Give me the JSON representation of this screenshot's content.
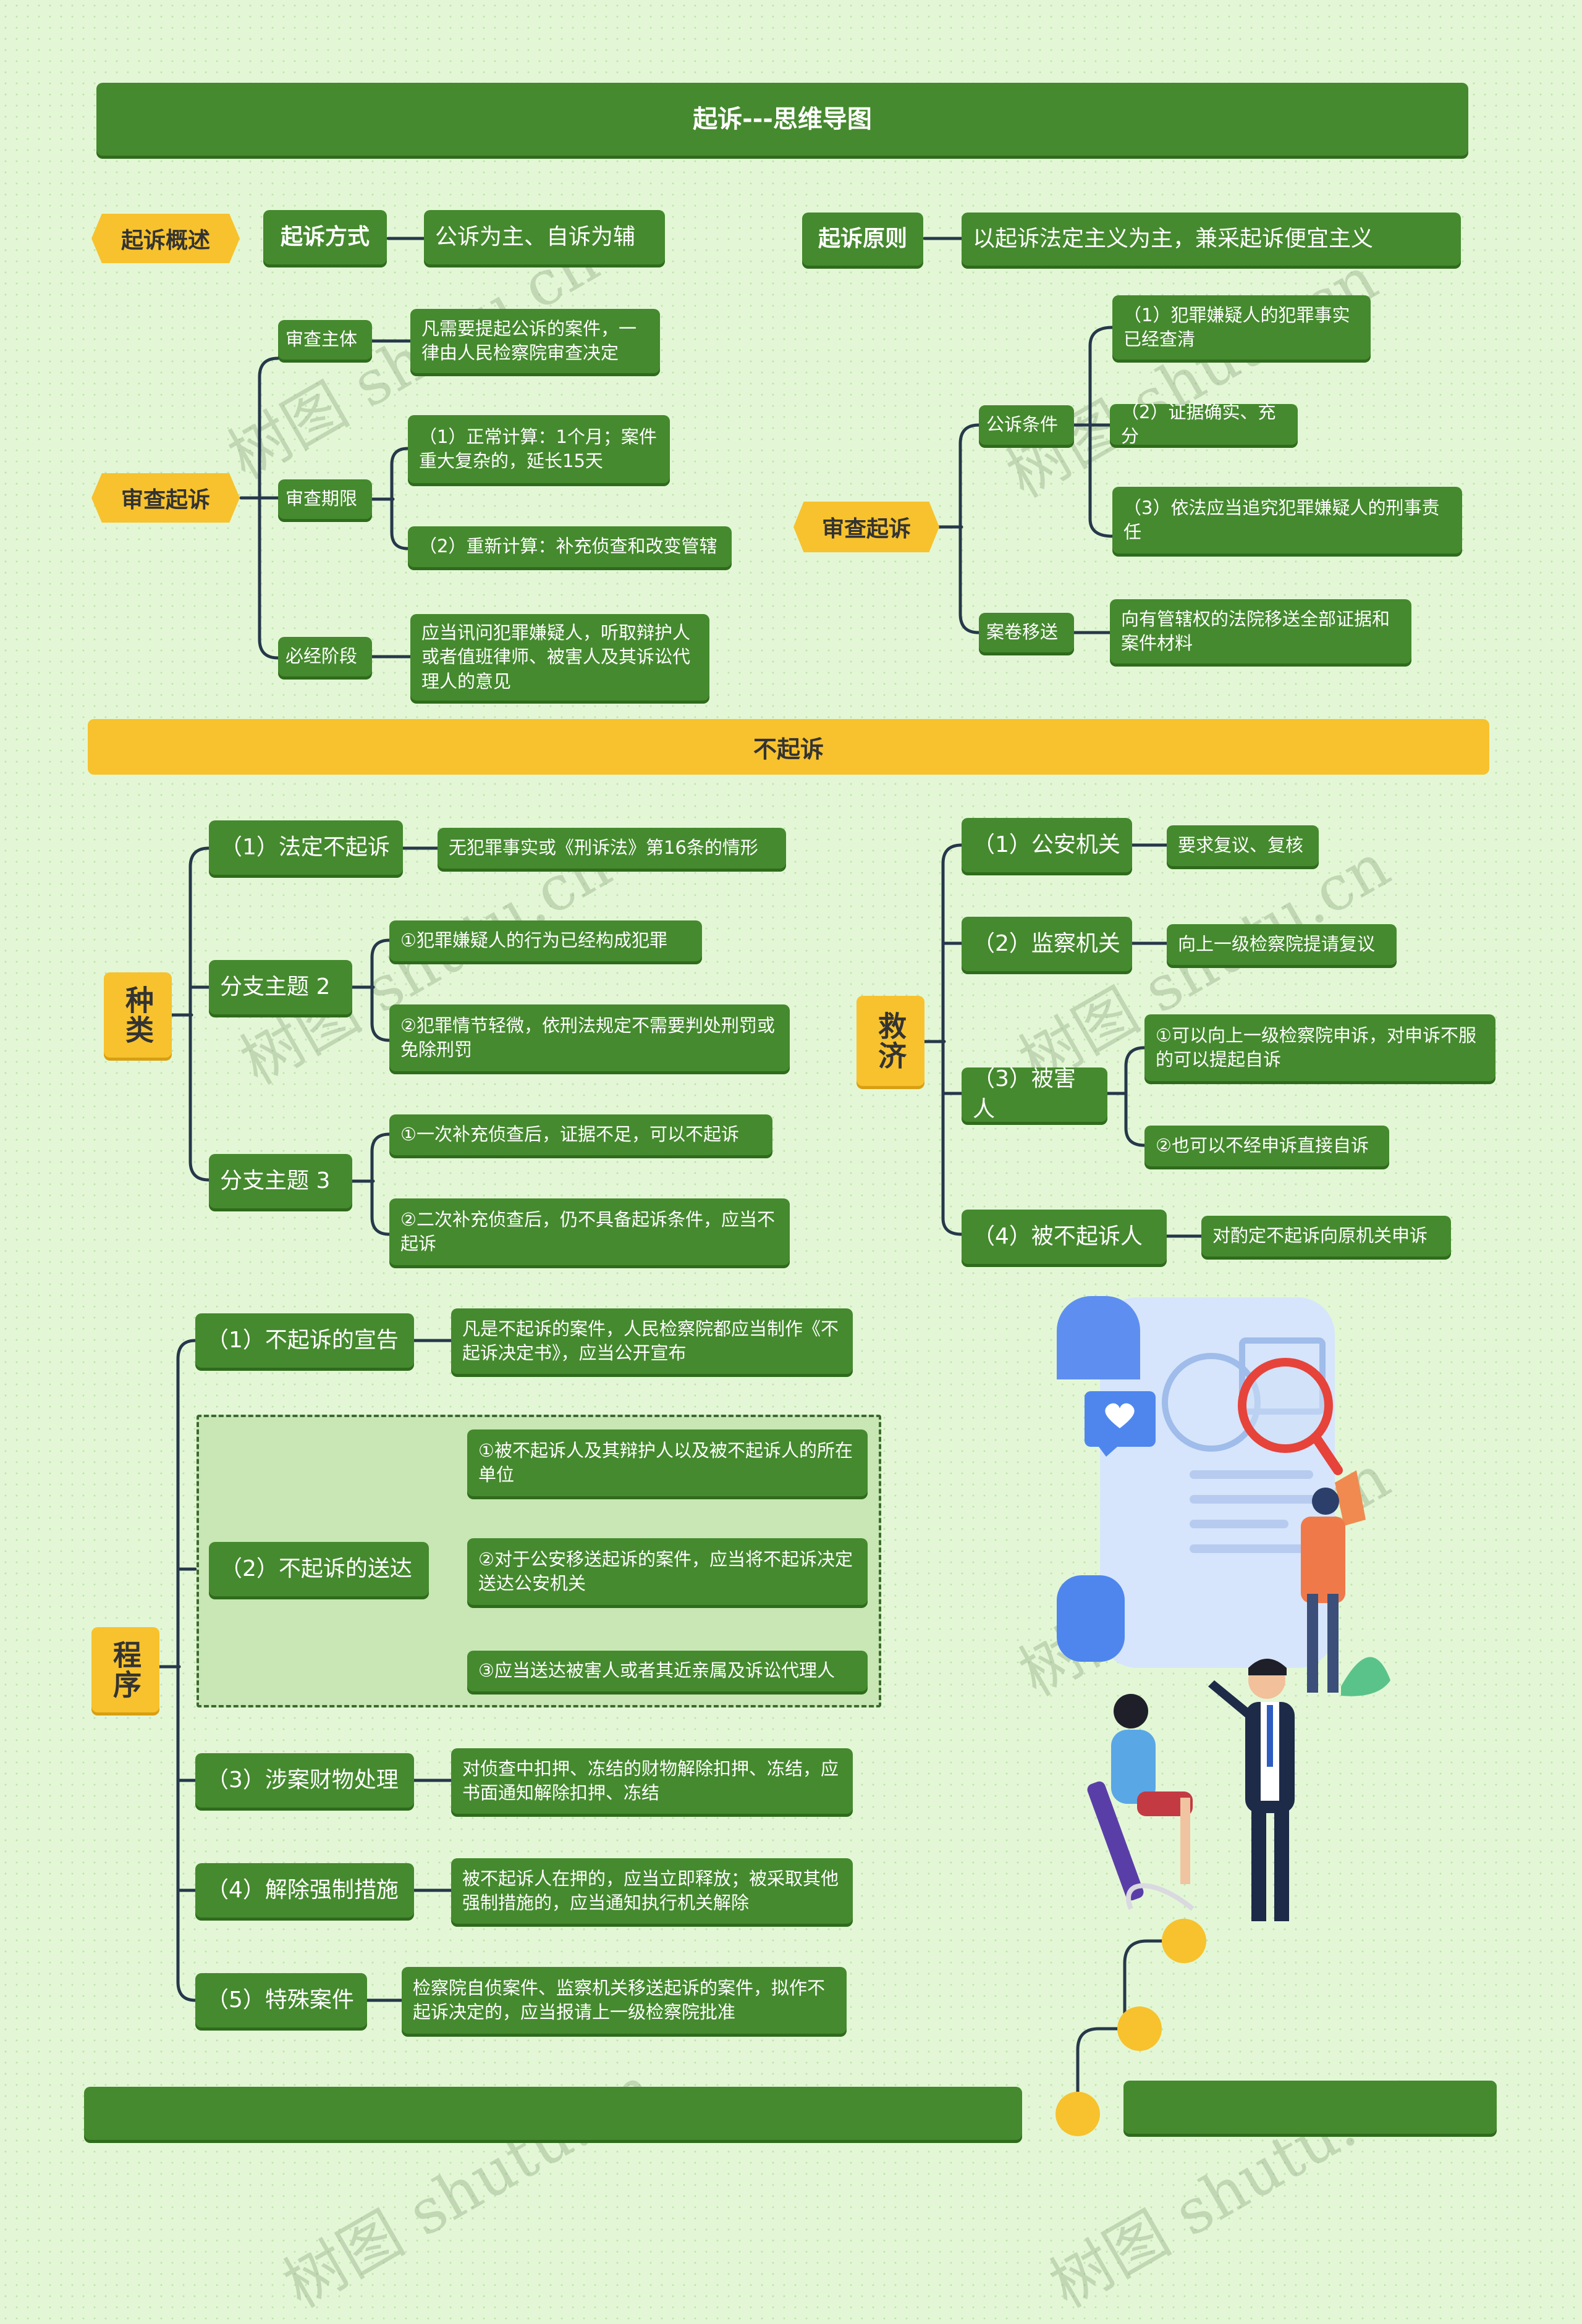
{
  "title": "起诉---思维导图",
  "section1": {
    "overview": {
      "label": "起诉概述",
      "mode": {
        "label": "起诉方式",
        "value": "公诉为主、自诉为辅"
      },
      "principle": {
        "label": "起诉原则",
        "value": "以起诉法定主义为主，兼采起诉便宜主义"
      }
    },
    "review_left": {
      "label": "审查起诉",
      "items": [
        {
          "label": "审查主体",
          "details": [
            "凡需要提起公诉的案件，一律由人民检察院审查决定"
          ]
        },
        {
          "label": "审查期限",
          "details": [
            "（1）正常计算：1个月；案件重大复杂的，延长15天",
            "（2）重新计算：补充侦查和改变管辖"
          ]
        },
        {
          "label": "必经阶段",
          "details": [
            "应当讯问犯罪嫌疑人，听取辩护人或者值班律师、被害人及其诉讼代理人的意见"
          ]
        }
      ]
    },
    "review_right": {
      "label": "审查起诉",
      "items": [
        {
          "label": "公诉条件",
          "details": [
            "（1）犯罪嫌疑人的犯罪事实已经查清",
            "（2）证据确实、充分",
            "（3）依法应当追究犯罪嫌疑人的刑事责任"
          ]
        },
        {
          "label": "案卷移送",
          "details": [
            "向有管辖权的法院移送全部证据和案件材料"
          ]
        }
      ]
    }
  },
  "section2": {
    "banner": "不起诉",
    "types": {
      "label": "种类",
      "items": [
        {
          "label": "（1）法定不起诉",
          "details": [
            "无犯罪事实或《刑诉法》第16条的情形"
          ]
        },
        {
          "label": "分支主题 2",
          "details": [
            "①犯罪嫌疑人的行为已经构成犯罪",
            "②犯罪情节轻微，依刑法规定不需要判处刑罚或免除刑罚"
          ]
        },
        {
          "label": "分支主题 3",
          "details": [
            "①一次补充侦查后，证据不足，可以不起诉",
            "②二次补充侦查后，仍不具备起诉条件，应当不起诉"
          ]
        }
      ]
    },
    "remedy": {
      "label": "救济",
      "items": [
        {
          "label": "（1）公安机关",
          "details": [
            "要求复议、复核"
          ]
        },
        {
          "label": "（2）监察机关",
          "details": [
            "向上一级检察院提请复议"
          ]
        },
        {
          "label": "（3）被害人",
          "details": [
            "①可以向上一级检察院申诉，对申诉不服的可以提起自诉",
            "②也可以不经申诉直接自诉"
          ]
        },
        {
          "label": "（4）被不起诉人",
          "details": [
            "对酌定不起诉向原机关申诉"
          ]
        }
      ]
    },
    "procedure": {
      "label": "程序",
      "items": [
        {
          "label": "（1）不起诉的宣告",
          "details": [
            "凡是不起诉的案件，人民检察院都应当制作《不起诉决定书》，应当公开宣布"
          ]
        },
        {
          "label": "（2）不起诉的送达",
          "details": [
            "①被不起诉人及其辩护人以及被不起诉人的所在单位",
            "②对于公安移送起诉的案件，应当将不起诉决定送达公安机关",
            "③应当送达被害人或者其近亲属及诉讼代理人"
          ]
        },
        {
          "label": "（3）涉案财物处理",
          "details": [
            "对侦查中扣押、冻结的财物解除扣押、冻结，应书面通知解除扣押、冻结"
          ]
        },
        {
          "label": "（4）解除强制措施",
          "details": [
            "被不起诉人在押的，应当立即释放；被采取其他强制措施的，应当通知执行机关解除"
          ]
        },
        {
          "label": "（5）特殊案件",
          "details": [
            "检察院自侦案件、监察机关移送起诉的案件，拟作不起诉决定的，应当报请上一级检察院批准"
          ]
        }
      ]
    }
  },
  "watermark": "树图 shutu.cn",
  "colors": {
    "primary_green": "#458a2e",
    "accent_yellow": "#f7c22d",
    "connector": "#26384a",
    "background": "#e3f7d6"
  }
}
